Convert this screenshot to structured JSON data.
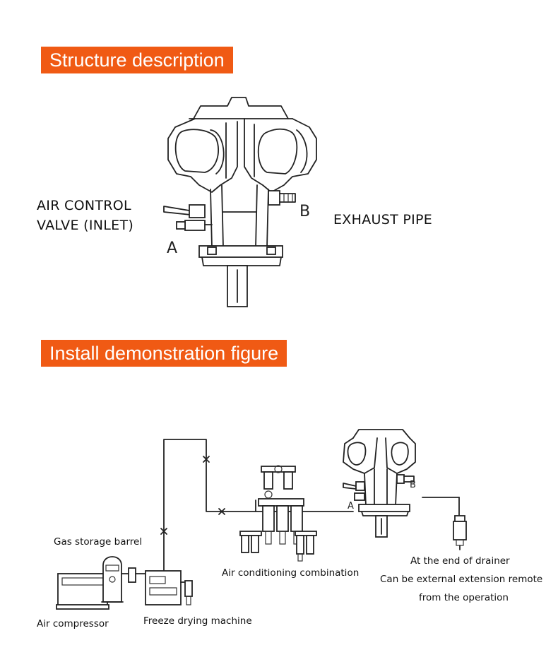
{
  "sections": {
    "structure_title": "Structure description",
    "install_title": "Install demonstration figure"
  },
  "structure_labels": {
    "inlet_line1": "AIR CONTROL",
    "inlet_line2": "VALVE (INLET)",
    "exhaust": "EXHAUST PIPE",
    "port_a": "A",
    "port_b": "B"
  },
  "install_labels": {
    "gas_storage": "Gas storage barrel",
    "air_compressor": "Air compressor",
    "freeze_drying": "Freeze drying machine",
    "air_conditioning": "Air conditioning combination",
    "drainer_line1": "At the end of drainer",
    "drainer_line2": "Can be external extension remote",
    "drainer_line3": "from the operation",
    "port_a": "A",
    "port_b": "B"
  },
  "colors": {
    "banner_bg": "#f05a14",
    "banner_text": "#ffffff",
    "line": "#222222"
  }
}
